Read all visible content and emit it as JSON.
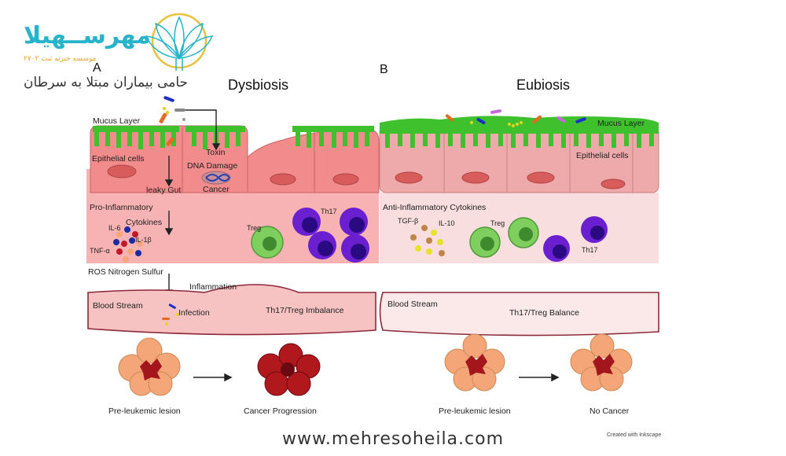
{
  "brand": {
    "title": "مهرســهیلا",
    "subtitle": "موسسه خیریه    ثبت ۲۷۰۲",
    "tagline": "حامی بیماران مبتلا به سرطان",
    "website": "www.mehresoheila.com"
  },
  "panels": {
    "a": {
      "letter": "A",
      "heading": "Dysbiosis",
      "labels": {
        "mucus": "Mucus Layer",
        "epithelial": "Epithelial cells",
        "toxin": "Toxin",
        "dna": "DNA Damage",
        "cancer": "Cancer",
        "leaky": "leaky Gut",
        "proinflam1": "Pro-Inflammatory",
        "proinflam2": "Cytokines",
        "il6": "IL-6",
        "il1b": "IL-1β",
        "tnfa": "TNF-α",
        "ros": "ROS Nitrogen Sulfur",
        "treg": "Treg",
        "th17": "Th17",
        "inflammation": "Inflammation",
        "blood": "Blood Stream",
        "infection": "Infection",
        "imbalance": "Th17/Treg Imbalance",
        "lesion": "Pre-leukemic lesion",
        "outcome": "Cancer Progression"
      }
    },
    "b": {
      "letter": "B",
      "heading": "Eubiosis",
      "labels": {
        "mucus": "Mucus Layer",
        "epithelial": "Epithelial cells",
        "antiinflam": "Anti-Inflammatory Cytokines",
        "tgfb": "TGF-β",
        "il10": "IL-10",
        "treg": "Treg",
        "th17": "Th17",
        "blood": "Blood Stream",
        "balance": "Th17/Treg Balance",
        "lesion": "Pre-leukemic lesion",
        "outcome": "No Cancer"
      }
    }
  },
  "credit": "Created with Inkscape",
  "colors": {
    "mucus": "#3fc12e",
    "cell_dysbiosis": "#f28c8c",
    "lamina_dysbiosis": "#f7b3b3",
    "cell_eubiosis": "#eeaaaa",
    "lamina_eubiosis": "#f8dede",
    "treg": "#7fcf5e",
    "th17": "#6a1fd1",
    "blood_dysbiosis": "#f7c2c2",
    "blood_eubiosis": "#fbe9e9",
    "lesion_cell": "#f5a679",
    "lesion_core": "#a3161c",
    "brand_teal": "#27b3c9",
    "brand_gold": "#e8a22c"
  }
}
